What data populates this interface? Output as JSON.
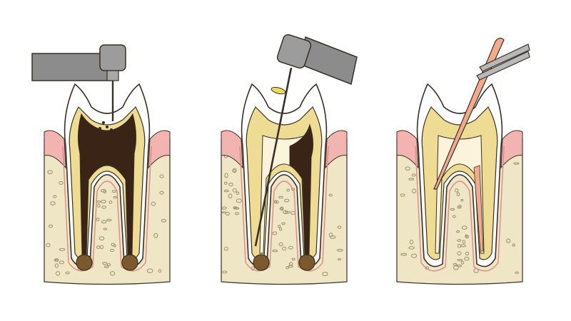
{
  "colors": {
    "background": "#ffffff",
    "bone": "#efe6c6",
    "bone_dots": "#9a8f70",
    "gum": "#f1b4b0",
    "enamel": "#ffffff",
    "dentin": "#eedc94",
    "outline": "#3a3024",
    "decay": "#3a2416",
    "abscess": "#7a5a2c",
    "instrument": "#8c8c8c",
    "stopper": "#f2d860",
    "gutta_percha": "#f2aa8c",
    "filled_canal": "#fbf3dc"
  },
  "panels": [
    {
      "pulp": "decay",
      "abscess": true,
      "tool": "drill-handpiece-icon"
    },
    {
      "pulp": "decay-partial",
      "abscess": true,
      "tool": "endodontic-file-icon"
    },
    {
      "pulp": "filled",
      "abscess": false,
      "tool": "tweezers-gutta-percha-icon"
    }
  ]
}
